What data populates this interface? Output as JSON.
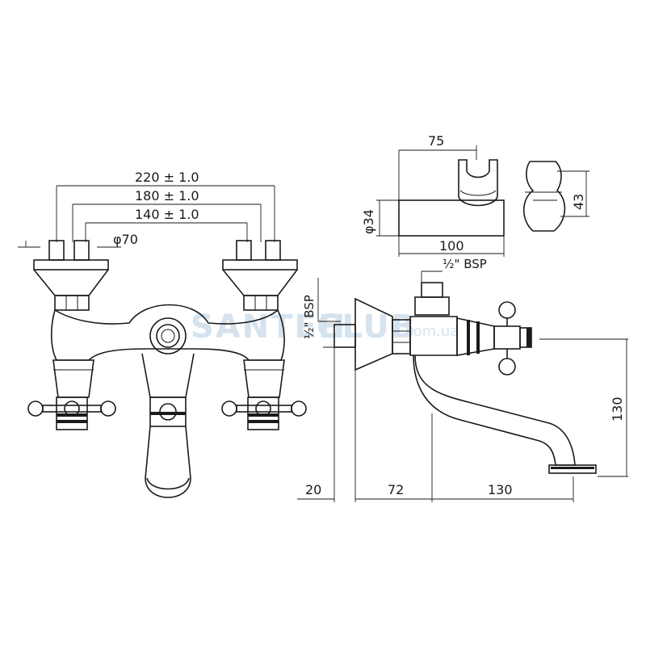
{
  "watermark": {
    "text_a": "SANTEH",
    "text_b": "CLUB",
    "suffix": ".com.ua"
  },
  "front_view": {
    "dims": {
      "width_outer": "220 ± 1.0",
      "width_mid": "180 ± 1.0",
      "width_inner": "140 ± 1.0",
      "flange_dia": "φ70"
    }
  },
  "side_view": {
    "dims": {
      "inlet_thread": "½\" BSP",
      "outlet_thread": "½\" BSP",
      "wall_offset": "20",
      "body_depth": "72",
      "spout_reach": "130",
      "spout_height": "130"
    }
  },
  "holder_view": {
    "dims": {
      "width_top": "75",
      "width_bottom": "100",
      "diameter": "φ34",
      "height": "43"
    }
  }
}
